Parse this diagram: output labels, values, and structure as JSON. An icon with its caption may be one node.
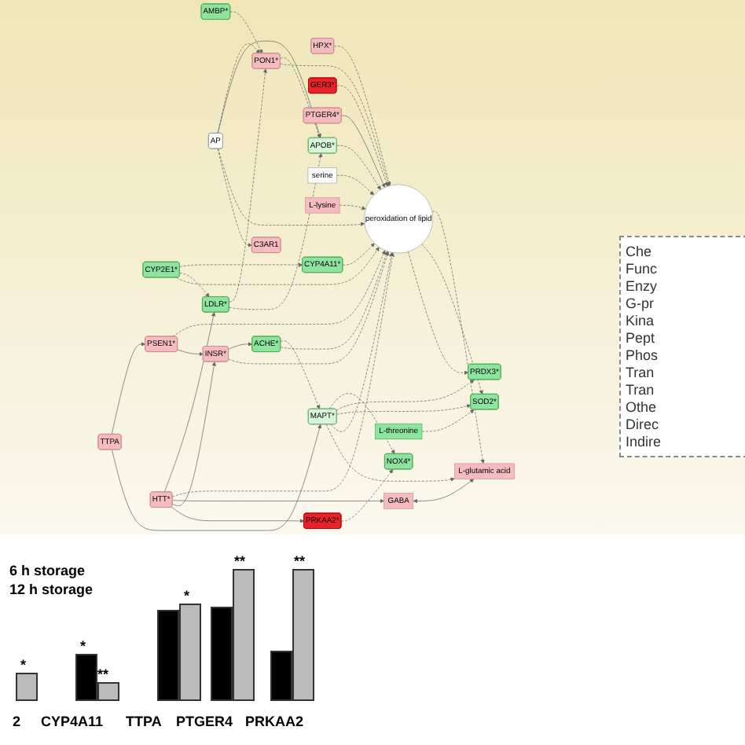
{
  "diagram": {
    "nodes": [
      {
        "text": [
          "PON1*"
        ]
      },
      {
        "text": [
          "AMBP*"
        ]
      },
      {
        "text": [
          "HPX*"
        ]
      },
      {
        "text": [
          "APOB*"
        ]
      },
      {
        "text": [
          "AP"
        ]
      },
      {
        "text": [
          "GER3*"
        ]
      },
      {
        "text": [
          "PTGER4*"
        ]
      },
      {
        "text": [
          "C3AR1"
        ]
      },
      {
        "text": [
          "LDLR*"
        ]
      },
      {
        "text": [
          "peroxidation of lipid"
        ]
      },
      {
        "text": [
          "CYP2E1*"
        ]
      },
      {
        "text": [
          "CYP4A11*"
        ]
      },
      {
        "text": [
          "PSEN1*"
        ]
      },
      {
        "text": [
          "serine"
        ]
      },
      {
        "text": [
          "HTT*"
        ]
      },
      {
        "text": [
          "INSR*"
        ]
      },
      {
        "text": [
          "TTPA"
        ]
      },
      {
        "text": [
          "ACHE*"
        ]
      },
      {
        "text": [
          "GABA"
        ]
      },
      {
        "text": [
          "L-lysine"
        ]
      },
      {
        "text": [
          "PRKAA2*"
        ]
      },
      {
        "text": [
          "MAPT*"
        ]
      },
      {
        "text": [
          "NOX4*"
        ]
      },
      {
        "text": [
          "PRDX3*"
        ]
      },
      {
        "text": [
          "L-threonine"
        ]
      },
      {
        "text": [
          "L-glutamic acid"
        ]
      },
      {
        "text": [
          "SOD2*"
        ]
      }
    ],
    "edges": [
      {
        "from": 1,
        "to": 0,
        "arrow": "to",
        "style": "dashed"
      },
      {
        "from": 4,
        "to": 0,
        "arrow": "to",
        "style": "dashed"
      },
      {
        "from": 4,
        "to": 3,
        "arrow": "to"
      },
      {
        "from": 4,
        "to": 9,
        "arrow": "to",
        "style": "dashed"
      },
      {
        "from": 4,
        "to": 7,
        "arrow": "to",
        "style": "dashed"
      },
      {
        "from": 0,
        "to": 3,
        "arrow": "to",
        "style": "dashed"
      },
      {
        "from": 0,
        "to": 9,
        "arrow": "to",
        "style": "dashed"
      },
      {
        "from": 2,
        "to": 9,
        "arrow": "to",
        "style": "dashed"
      },
      {
        "from": 3,
        "to": 9,
        "arrow": "to",
        "style": "dashed"
      },
      {
        "from": 8,
        "to": 0,
        "arrow": "to",
        "style": "dashed"
      },
      {
        "from": 8,
        "to": 3,
        "arrow": "to",
        "style": "dashed"
      },
      {
        "from": 5,
        "to": 9,
        "arrow": "to",
        "style": "dashed"
      },
      {
        "from": 6,
        "to": 9,
        "arrow": "to"
      },
      {
        "from": 10,
        "to": 11,
        "arrow": "to",
        "style": "dashed"
      },
      {
        "from": 10,
        "to": 8,
        "arrow": "to",
        "style": "dashed"
      },
      {
        "from": 10,
        "to": 9,
        "arrow": "to",
        "style": "dashed"
      },
      {
        "from": 11,
        "to": 9,
        "arrow": "to",
        "style": "dashed"
      },
      {
        "from": 12,
        "to": 9,
        "arrow": "to",
        "style": "dashed"
      },
      {
        "from": 12,
        "to": 15,
        "arrow": "to"
      },
      {
        "from": 14,
        "to": 8,
        "arrow": "to"
      },
      {
        "from": 14,
        "to": 9,
        "arrow": "to",
        "style": "dashed"
      },
      {
        "from": 14,
        "to": 18,
        "arrow": "to"
      },
      {
        "from": 14,
        "to": 15,
        "arrow": "to"
      },
      {
        "from": 14,
        "to": 20,
        "arrow": "to"
      },
      {
        "from": 15,
        "to": 17,
        "arrow": "to"
      },
      {
        "from": 15,
        "to": 9,
        "arrow": "to",
        "style": "dashed"
      },
      {
        "from": 16,
        "to": 12,
        "arrow": "to"
      },
      {
        "from": 16,
        "to": 21,
        "arrow": "to"
      },
      {
        "from": 17,
        "to": 21,
        "arrow": "to",
        "style": "dashed"
      },
      {
        "from": 17,
        "to": 9,
        "arrow": "to",
        "style": "dashed"
      },
      {
        "from": 13,
        "to": 9,
        "arrow": "to",
        "style": "dashed"
      },
      {
        "from": 19,
        "to": 9,
        "arrow": "to",
        "style": "dashed"
      },
      {
        "from": 18,
        "to": 25,
        "arrow": "both"
      },
      {
        "from": 20,
        "to": 22,
        "arrow": "to",
        "style": "dashed"
      },
      {
        "from": 21,
        "to": 22,
        "arrow": "to",
        "style": "dashed"
      },
      {
        "from": 21,
        "to": 23,
        "arrow": "to",
        "style": "dashed"
      },
      {
        "from": 21,
        "to": 26,
        "arrow": "to",
        "style": "dashed"
      },
      {
        "from": 21,
        "to": 9,
        "arrow": "to",
        "style": "dashed"
      },
      {
        "from": 21,
        "to": 25,
        "arrow": "to",
        "style": "dashed"
      },
      {
        "from": 9,
        "to": 25,
        "arrow": "to",
        "style": "dashed"
      },
      {
        "from": 9,
        "to": 26,
        "arrow": "to",
        "style": "dashed"
      },
      {
        "from": 9,
        "to": 23,
        "arrow": "to",
        "style": "dashed"
      },
      {
        "from": 24,
        "to": 26,
        "arrow": "to",
        "style": "dashed"
      }
    ],
    "labels": [
      "6 h storage",
      "12 h storage",
      "*",
      "*",
      "**",
      "*",
      "**",
      "**",
      "2",
      "CYP4A11",
      "TTPA",
      "PTGER4",
      "PRKAA2"
    ],
    "legend": [
      {
        "text": "Che"
      },
      {
        "text": "Func"
      },
      {
        "text": "Enzy"
      },
      {
        "text": "G-pr"
      },
      {
        "text": "Kina"
      },
      {
        "text": "Pept"
      },
      {
        "text": "Phos"
      },
      {
        "text": "Tran"
      },
      {
        "text": "Tran"
      },
      {
        "text": "Othe"
      },
      {
        "text": "Direc"
      },
      {
        "text": "Indire"
      }
    ]
  }
}
